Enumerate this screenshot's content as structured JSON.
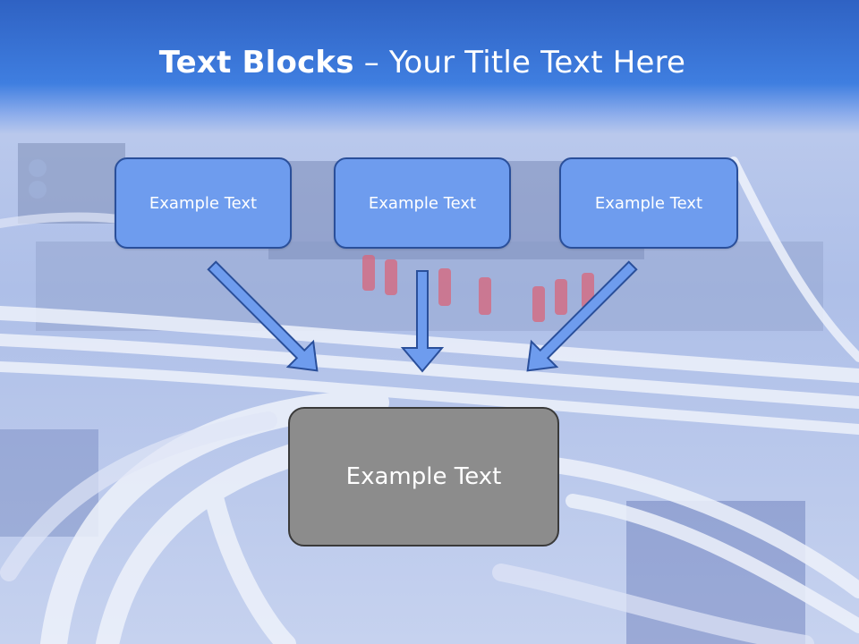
{
  "title": {
    "bold_part": "Text Blocks",
    "dash": " – ",
    "rest": "Your Title Text Here"
  },
  "boxes": [
    {
      "label": "Example Text"
    },
    {
      "label": "Example Text"
    },
    {
      "label": "Example Text"
    }
  ],
  "center_box": {
    "label": "Example Text"
  },
  "colors": {
    "title_band": "#3f7ee0",
    "box_fill": "#6e9cee",
    "box_border": "#2a4f9a",
    "arrow_fill": "#6e9cee",
    "center_fill": "#8c8c8c",
    "center_border": "#3a3a3a"
  },
  "background": "photo of white network cables in a server rack (blue tint)"
}
